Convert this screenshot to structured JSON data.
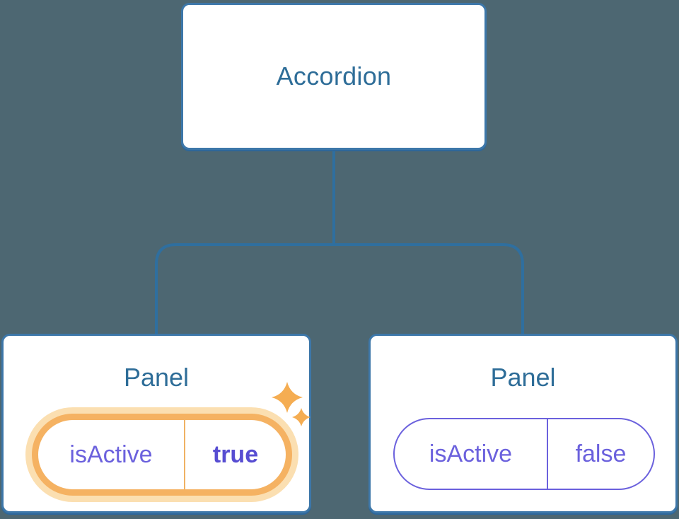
{
  "diagram": {
    "description": "Component tree: Accordion parent with two Panel children showing isActive state"
  },
  "accordion": {
    "label": "Accordion"
  },
  "panels": {
    "active": {
      "title": "Panel",
      "prop": "isActive",
      "value": "true",
      "highlighted": true
    },
    "inactive": {
      "title": "Panel",
      "prop": "isActive",
      "value": "false",
      "highlighted": false
    }
  },
  "colors": {
    "bg": "#4d6772",
    "node_border": "#3d77a9",
    "node_shadow": "#2e679a",
    "line": "#2f6f9f",
    "blue_text": "#2e6d98",
    "purple": "#6b61dd",
    "purple_bold": "#574dd2",
    "orange_ring": "#f5b262",
    "orange_halo": "#fbdfb1",
    "orange_divider": "#f0b264",
    "sparkle": "#f5ad52"
  }
}
